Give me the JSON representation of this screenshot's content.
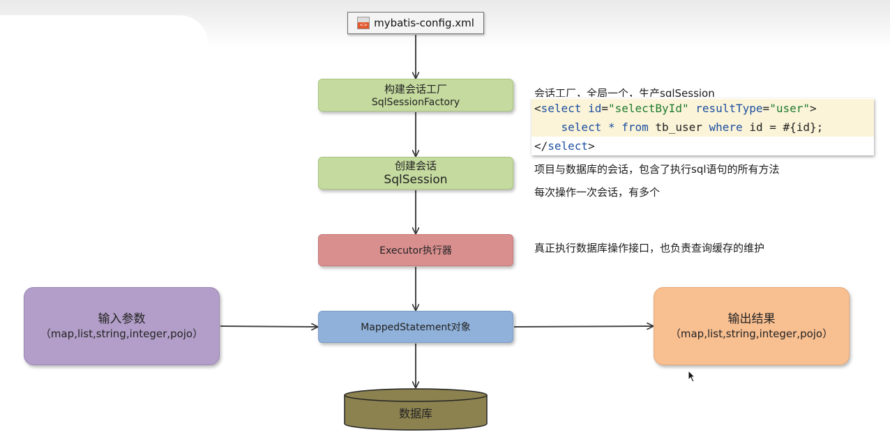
{
  "config_file": {
    "label": "mybatis-config.xml",
    "icon": "xml-file-icon"
  },
  "nodes": {
    "factory": {
      "line1": "构建会话工厂",
      "line2": "SqlSessionFactory",
      "color": "#c4da9e"
    },
    "session": {
      "line1": "创建会话",
      "line2": "SqlSession",
      "color": "#c4da9e"
    },
    "executor": {
      "label": "Executor执行器",
      "color": "#da8f8f"
    },
    "mapped": {
      "label": "MappedStatement对象",
      "color": "#90b1d9"
    },
    "database": {
      "label": "数据库",
      "color": "#8c8250"
    },
    "input": {
      "line1": "输入参数",
      "line2": "（map,list,string,integer,pojo）",
      "color": "#b29ec8"
    },
    "output": {
      "line1": "输出结果",
      "line2": "（map,list,string,integer,pojo）",
      "color": "#f8bf91"
    }
  },
  "notes": {
    "factory": "会话工厂，全局一个，生产sqlSession",
    "session_1": "项目与数据库的会话，包含了执行sql语句的所有方法",
    "session_2": "每次操作一次会话，有多个",
    "executor": "真正执行数据库操作接口，也负责查询缓存的维护"
  },
  "code_snippet": {
    "open_tag": "select",
    "attr_id": "id",
    "attr_id_value": "\"selectById\"",
    "attr_result": "resultType",
    "attr_result_value": "\"user\"",
    "sql_select": "select",
    "sql_star": "*",
    "sql_from": "from",
    "sql_rest": "tb_user",
    "sql_where": "where",
    "sql_tail": "id = #{id};",
    "close_tag": "select"
  }
}
